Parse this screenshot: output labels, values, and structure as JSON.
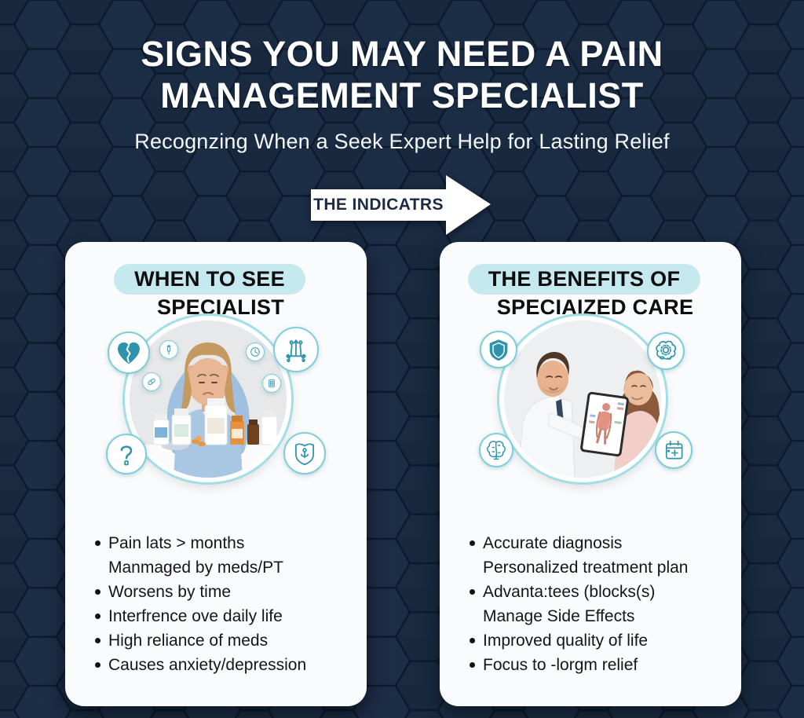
{
  "page": {
    "background_color": "#15253a",
    "accent_teal": "#2e93ad",
    "highlight_blue": "#c6e9ef",
    "card_color": "#fafbfc",
    "arrow_fill": "#ffffff",
    "arrow_text_color": "#1c2b40"
  },
  "header": {
    "title_line1": "SIGNS YOU MAY NEED A PAIN",
    "title_line2": "MANAGEMENT SPECIALIST",
    "subtitle": "Recognzing When a Seek Expert Help for Lasting Relief"
  },
  "arrow_banner": {
    "label": "THE INDICATRS"
  },
  "cards": [
    {
      "title_highlighted": "WHEN TO SEE",
      "title_rest": "SPECIALIST",
      "photo": "woman-with-headache-holding-head-with-medicine-bottles",
      "corner_icons": [
        "broken-heart-icon",
        "nerve-icon",
        "question-mark-icon",
        "shield-medical-icon"
      ],
      "inner_icons": [
        "syringe-icon",
        "pill-icon",
        "clock-icon",
        "blister-pack-icon"
      ],
      "bullets": [
        {
          "lines": [
            "Pain lats > months",
            "Manmaged by meds/PT"
          ]
        },
        {
          "lines": [
            "Worsens by time"
          ]
        },
        {
          "lines": [
            "Interfrence ove daily life"
          ]
        },
        {
          "lines": [
            "High reliance of meds"
          ]
        },
        {
          "lines": [
            "Causes anxiety/depression"
          ]
        }
      ]
    },
    {
      "title_highlighted": "THE BENEFITS OF",
      "title_rest": "SPECIAIZED CARE",
      "photo": "doctor-showing-tablet-anatomy-to-patient",
      "corner_icons": [
        "shield-icon",
        "brain-gear-icon",
        "brain-icon",
        "calendar-plus-icon"
      ],
      "bullets": [
        {
          "lines": [
            "Accurate diagnosis",
            "Personalized treatment plan"
          ]
        },
        {
          "lines": [
            "Advanta:tees (blocks(s)",
            "Manage Side Effects"
          ]
        },
        {
          "lines": [
            "Improved quality of life"
          ]
        },
        {
          "lines": [
            "Focus to -lorgm relief"
          ]
        }
      ]
    }
  ]
}
